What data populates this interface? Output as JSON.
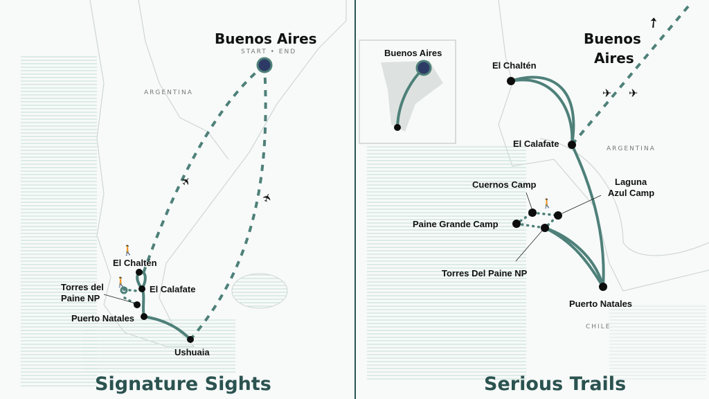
{
  "left_panel": {
    "title": "Signature Sights",
    "country_label": "ARGENTINA",
    "start_end_label": "START • END",
    "places": {
      "buenos_aires": "Buenos Aires",
      "el_chalten": "El Chaltén",
      "el_calafate": "El Calafate",
      "torres_line1": "Torres del",
      "torres_line2": "Paine NP",
      "puerto_natales": "Puerto Natales",
      "ushuaia": "Ushuaia"
    }
  },
  "right_panel": {
    "title": "Serious Trails",
    "country_label_argentina": "ARGENTINA",
    "country_label_chile": "CHILE",
    "inset_label": "Buenos Aires",
    "places": {
      "buenos_aires_line1": "Buenos",
      "buenos_aires_line2": "Aires",
      "el_chalten": "El Chaltén",
      "el_calafate": "El Calafate",
      "cuernos_camp": "Cuernos Camp",
      "laguna_line1": "Laguna",
      "laguna_line2": "Azul Camp",
      "paine_grande_camp": "Paine Grande Camp",
      "torres_del_paine": "Torres Del Paine NP",
      "puerto_natales": "Puerto Natales"
    }
  },
  "colors": {
    "route": "#4e8079",
    "title": "#2b5350",
    "node": "#0d0d0d",
    "start_node": "#2d3a66"
  }
}
